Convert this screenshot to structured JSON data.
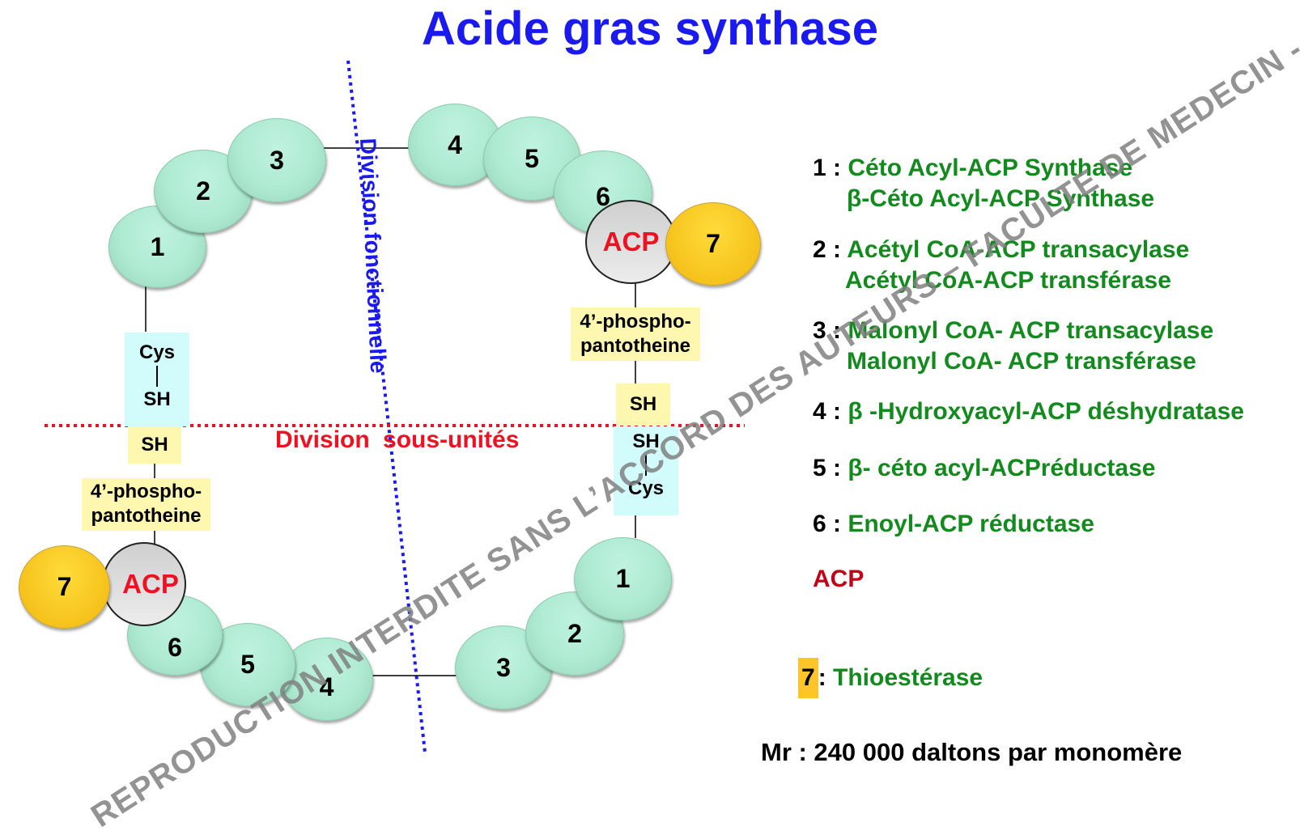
{
  "title": "Acide gras synthase",
  "divisions": {
    "functional": "Division fonctionnelle",
    "subunits": "Division  sous-unités"
  },
  "top_monomer": {
    "domains": [
      "1",
      "2",
      "3",
      "4",
      "5",
      "6"
    ],
    "acp": "ACP",
    "thioesterase": "7",
    "cys_box": {
      "top": "Cys",
      "bottom": "SH"
    },
    "sh_box": "SH",
    "pantetheine": {
      "line1": "4’-phospho-",
      "line2": "pantotheine"
    }
  },
  "bottom_monomer": {
    "domains": [
      "1",
      "2",
      "3",
      "4",
      "5",
      "6"
    ],
    "acp": "ACP",
    "thioesterase": "7",
    "cys_box": {
      "top": "SH",
      "bottom": "Cys"
    },
    "sh_box": "SH",
    "pantetheine": {
      "line1": "4’-phospho-",
      "line2": "pantotheine"
    }
  },
  "legend": [
    {
      "num": "1 :",
      "lines": [
        "Céto Acyl-ACP Synthase",
        "β-Céto Acyl-ACP Synthase"
      ]
    },
    {
      "num": "2 :",
      "lines": [
        "Acétyl CoA-ACP transacylase",
        "Acétyl CoA-ACP transférase"
      ]
    },
    {
      "num": "3 :",
      "lines": [
        "Malonyl CoA- ACP transacylase",
        "Malonyl CoA- ACP transférase"
      ]
    },
    {
      "num": "4 :",
      "lines": [
        "β -Hydroxyacyl-ACP déshydratase"
      ]
    },
    {
      "num": "5 :",
      "lines": [
        "β- céto acyl-ACPréductase"
      ]
    },
    {
      "num": "6 :",
      "lines": [
        "Enoyl-ACP réductase"
      ]
    },
    {
      "num": "",
      "lines": [
        "ACP"
      ]
    },
    {
      "num": "7",
      "sep": ":",
      "lines": [
        "Thioestérase"
      ]
    }
  ],
  "molecular_weight": "Mr : 240 000 daltons par monomère",
  "watermark": "REPRODUCTION INTERDITE SANS L’ACCORD DES AUTEURS – FACULTE DE MEDECIN - UNS",
  "colors": {
    "title": "#1a1aee",
    "domain_green": "#aeead2",
    "acp_gray": "#dedede",
    "thioesterase_gold": "#f6c21c",
    "legend_green": "#138a1e",
    "acp_red": "#ee1122",
    "subunit_line": "#ee1122",
    "functional_line": "#1a1aee",
    "cys_box": "#d2fbfc",
    "pantetheine_box": "#fdf7b0"
  }
}
